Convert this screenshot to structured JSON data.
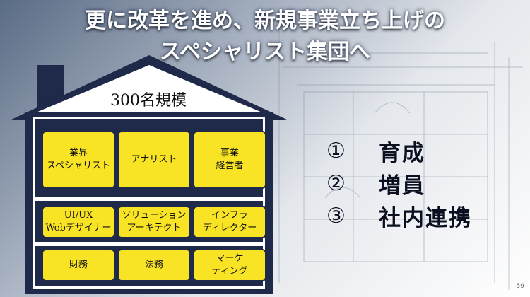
{
  "title": {
    "line1": "更に改革を進め、新規事業立ち上げの",
    "line2": "スペシャリスト集団へ"
  },
  "house": {
    "scale_label": "300名規模",
    "rows": [
      [
        "業界\nスペシャリスト",
        "アナリスト",
        "事業\n経営者"
      ],
      [
        "UI/UX\nWebデザイナー",
        "ソリューション\nアーキテクト",
        "インフラ\nディレクター"
      ],
      [
        "財務",
        "法務",
        "マーケ\nティング"
      ]
    ]
  },
  "list": [
    {
      "num": "①",
      "text": "育成"
    },
    {
      "num": "②",
      "text": "増員"
    },
    {
      "num": "③",
      "text": "社内連携"
    }
  ],
  "page_number": "59",
  "colors": {
    "navy": "#1f2a4a",
    "yellow": "#f8e425"
  }
}
